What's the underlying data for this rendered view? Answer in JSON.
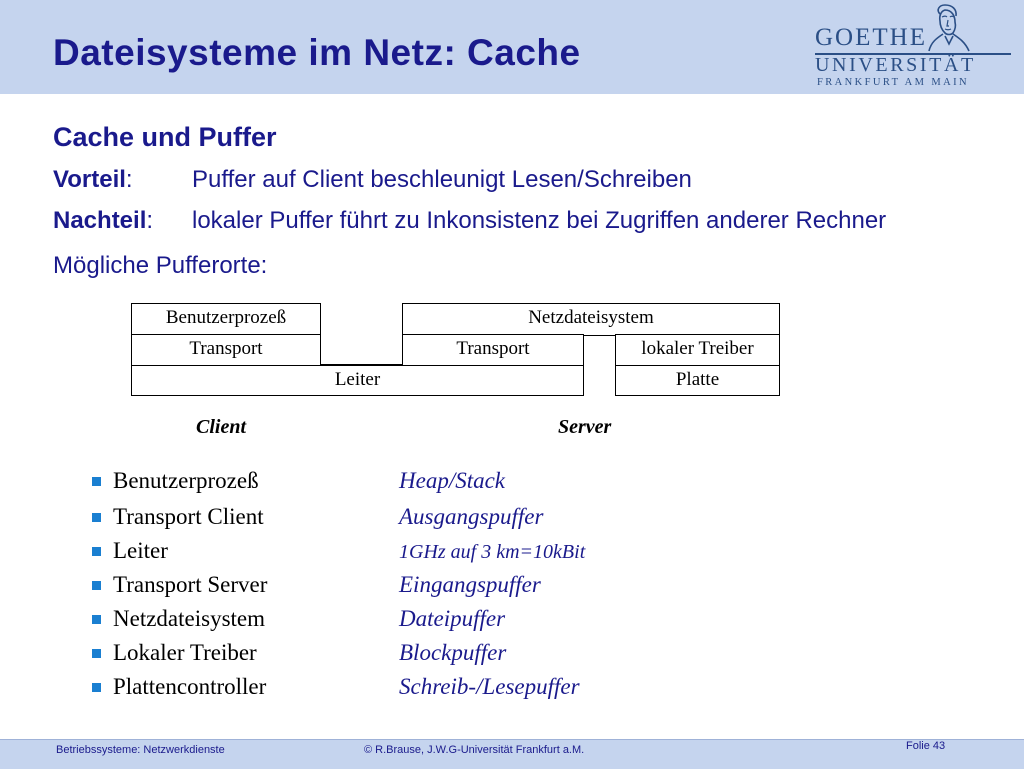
{
  "slide": {
    "title": "Dateisysteme im Netz: Cache",
    "logo": {
      "line1": "GOETHE",
      "line2": "UNIVERSITÄT",
      "line3": "FRANKFURT AM MAIN"
    },
    "subtitle": "Cache und Puffer",
    "vorteil": {
      "label": "Vorteil",
      "colon": ":",
      "text": "Puffer auf Client beschleunigt Lesen/Schreiben"
    },
    "nachteil": {
      "label": "Nachteil",
      "colon": ":",
      "text": "lokaler Puffer führt zu Inkonsistenz bei Zugriffen anderer Rechner"
    },
    "orte_heading": "Mögliche Pufferorte:"
  },
  "diagram": {
    "client": {
      "user_process": "Benutzerprozeß",
      "transport": "Transport"
    },
    "server": {
      "file_system": "Netzdateisystem",
      "transport": "Transport",
      "local_driver": "lokaler Treiber",
      "disk": "Platte"
    },
    "wire": "Leiter",
    "client_label": "Client",
    "server_label": "Server"
  },
  "list": [
    {
      "name": "Benutzerprozeß",
      "buffer": "Heap/Stack"
    },
    {
      "name": "Transport Client",
      "buffer": "Ausgangspuffer"
    },
    {
      "name": "Leiter",
      "buffer": "1GHz auf 3 km=10kBit"
    },
    {
      "name": "Transport Server",
      "buffer": "Eingangspuffer"
    },
    {
      "name": "Netzdateisystem",
      "buffer": "Dateipuffer"
    },
    {
      "name": "Lokaler Treiber",
      "buffer": "Blockpuffer"
    },
    {
      "name": "Plattencontroller",
      "buffer": "Schreib-/Lesepuffer"
    }
  ],
  "footer": {
    "left": "Betriebssysteme: Netzwerkdienste",
    "center": "© R.Brause, J.W.G-Universität Frankfurt a.M.",
    "right": "Folie 43"
  },
  "colors": {
    "title_blue": "#1a1a8c",
    "band": "#c5d4ee",
    "bullet": "#1a7fd1",
    "logo": "#2b4f86"
  }
}
